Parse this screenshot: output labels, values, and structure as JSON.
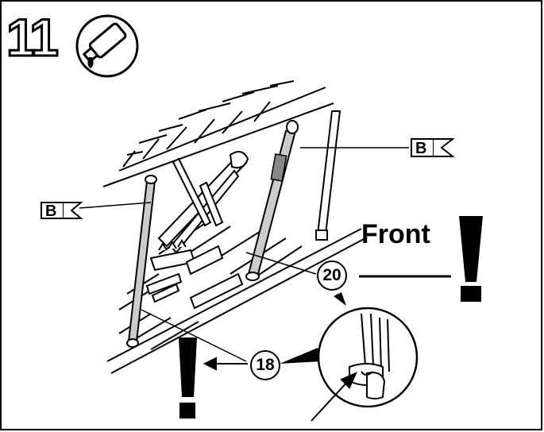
{
  "step": {
    "number": "11"
  },
  "tags": {
    "left": "B",
    "right": "B"
  },
  "labels": {
    "front": "Front"
  },
  "callouts": {
    "part_20": "20",
    "part_18": "18"
  },
  "icons": {
    "adhesive": "glue-tube-icon",
    "warning": "exclamation-icon"
  }
}
